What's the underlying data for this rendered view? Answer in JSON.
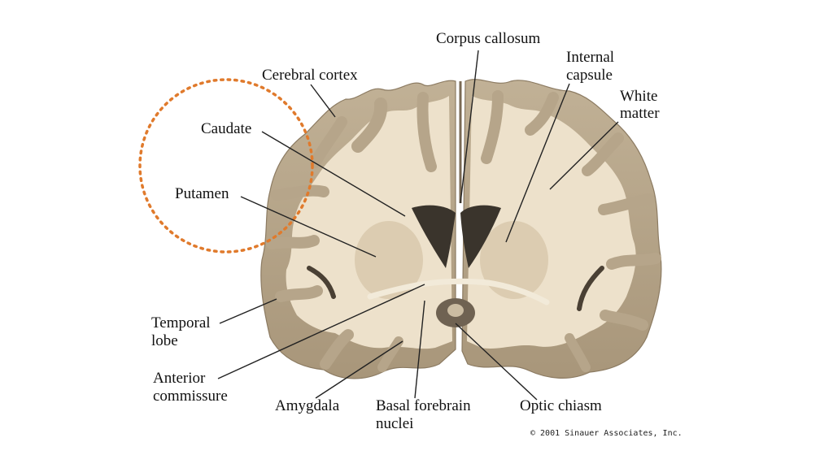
{
  "labels": {
    "corpus_callosum": "Corpus callosum",
    "internal_capsule_1": "Internal",
    "internal_capsule_2": "capsule",
    "white_matter_1": "White",
    "white_matter_2": "matter",
    "cerebral_cortex": "Cerebral cortex",
    "caudate": "Caudate",
    "putamen": "Putamen",
    "temporal_lobe_1": "Temporal",
    "temporal_lobe_2": "lobe",
    "anterior_commissure_1": "Anterior",
    "anterior_commissure_2": "commissure",
    "amygdala": "Amygdala",
    "basal_forebrain_1": "Basal forebrain",
    "basal_forebrain_2": "nuclei",
    "optic_chiasm": "Optic chiasm"
  },
  "copyright": "© 2001 Sinauer Associates, Inc.",
  "colors": {
    "highlight_circle": "#e07a2c",
    "white_matter": "#ede1cb",
    "gray_matter": "#b6a58a",
    "ventricle": "#3a342c"
  }
}
